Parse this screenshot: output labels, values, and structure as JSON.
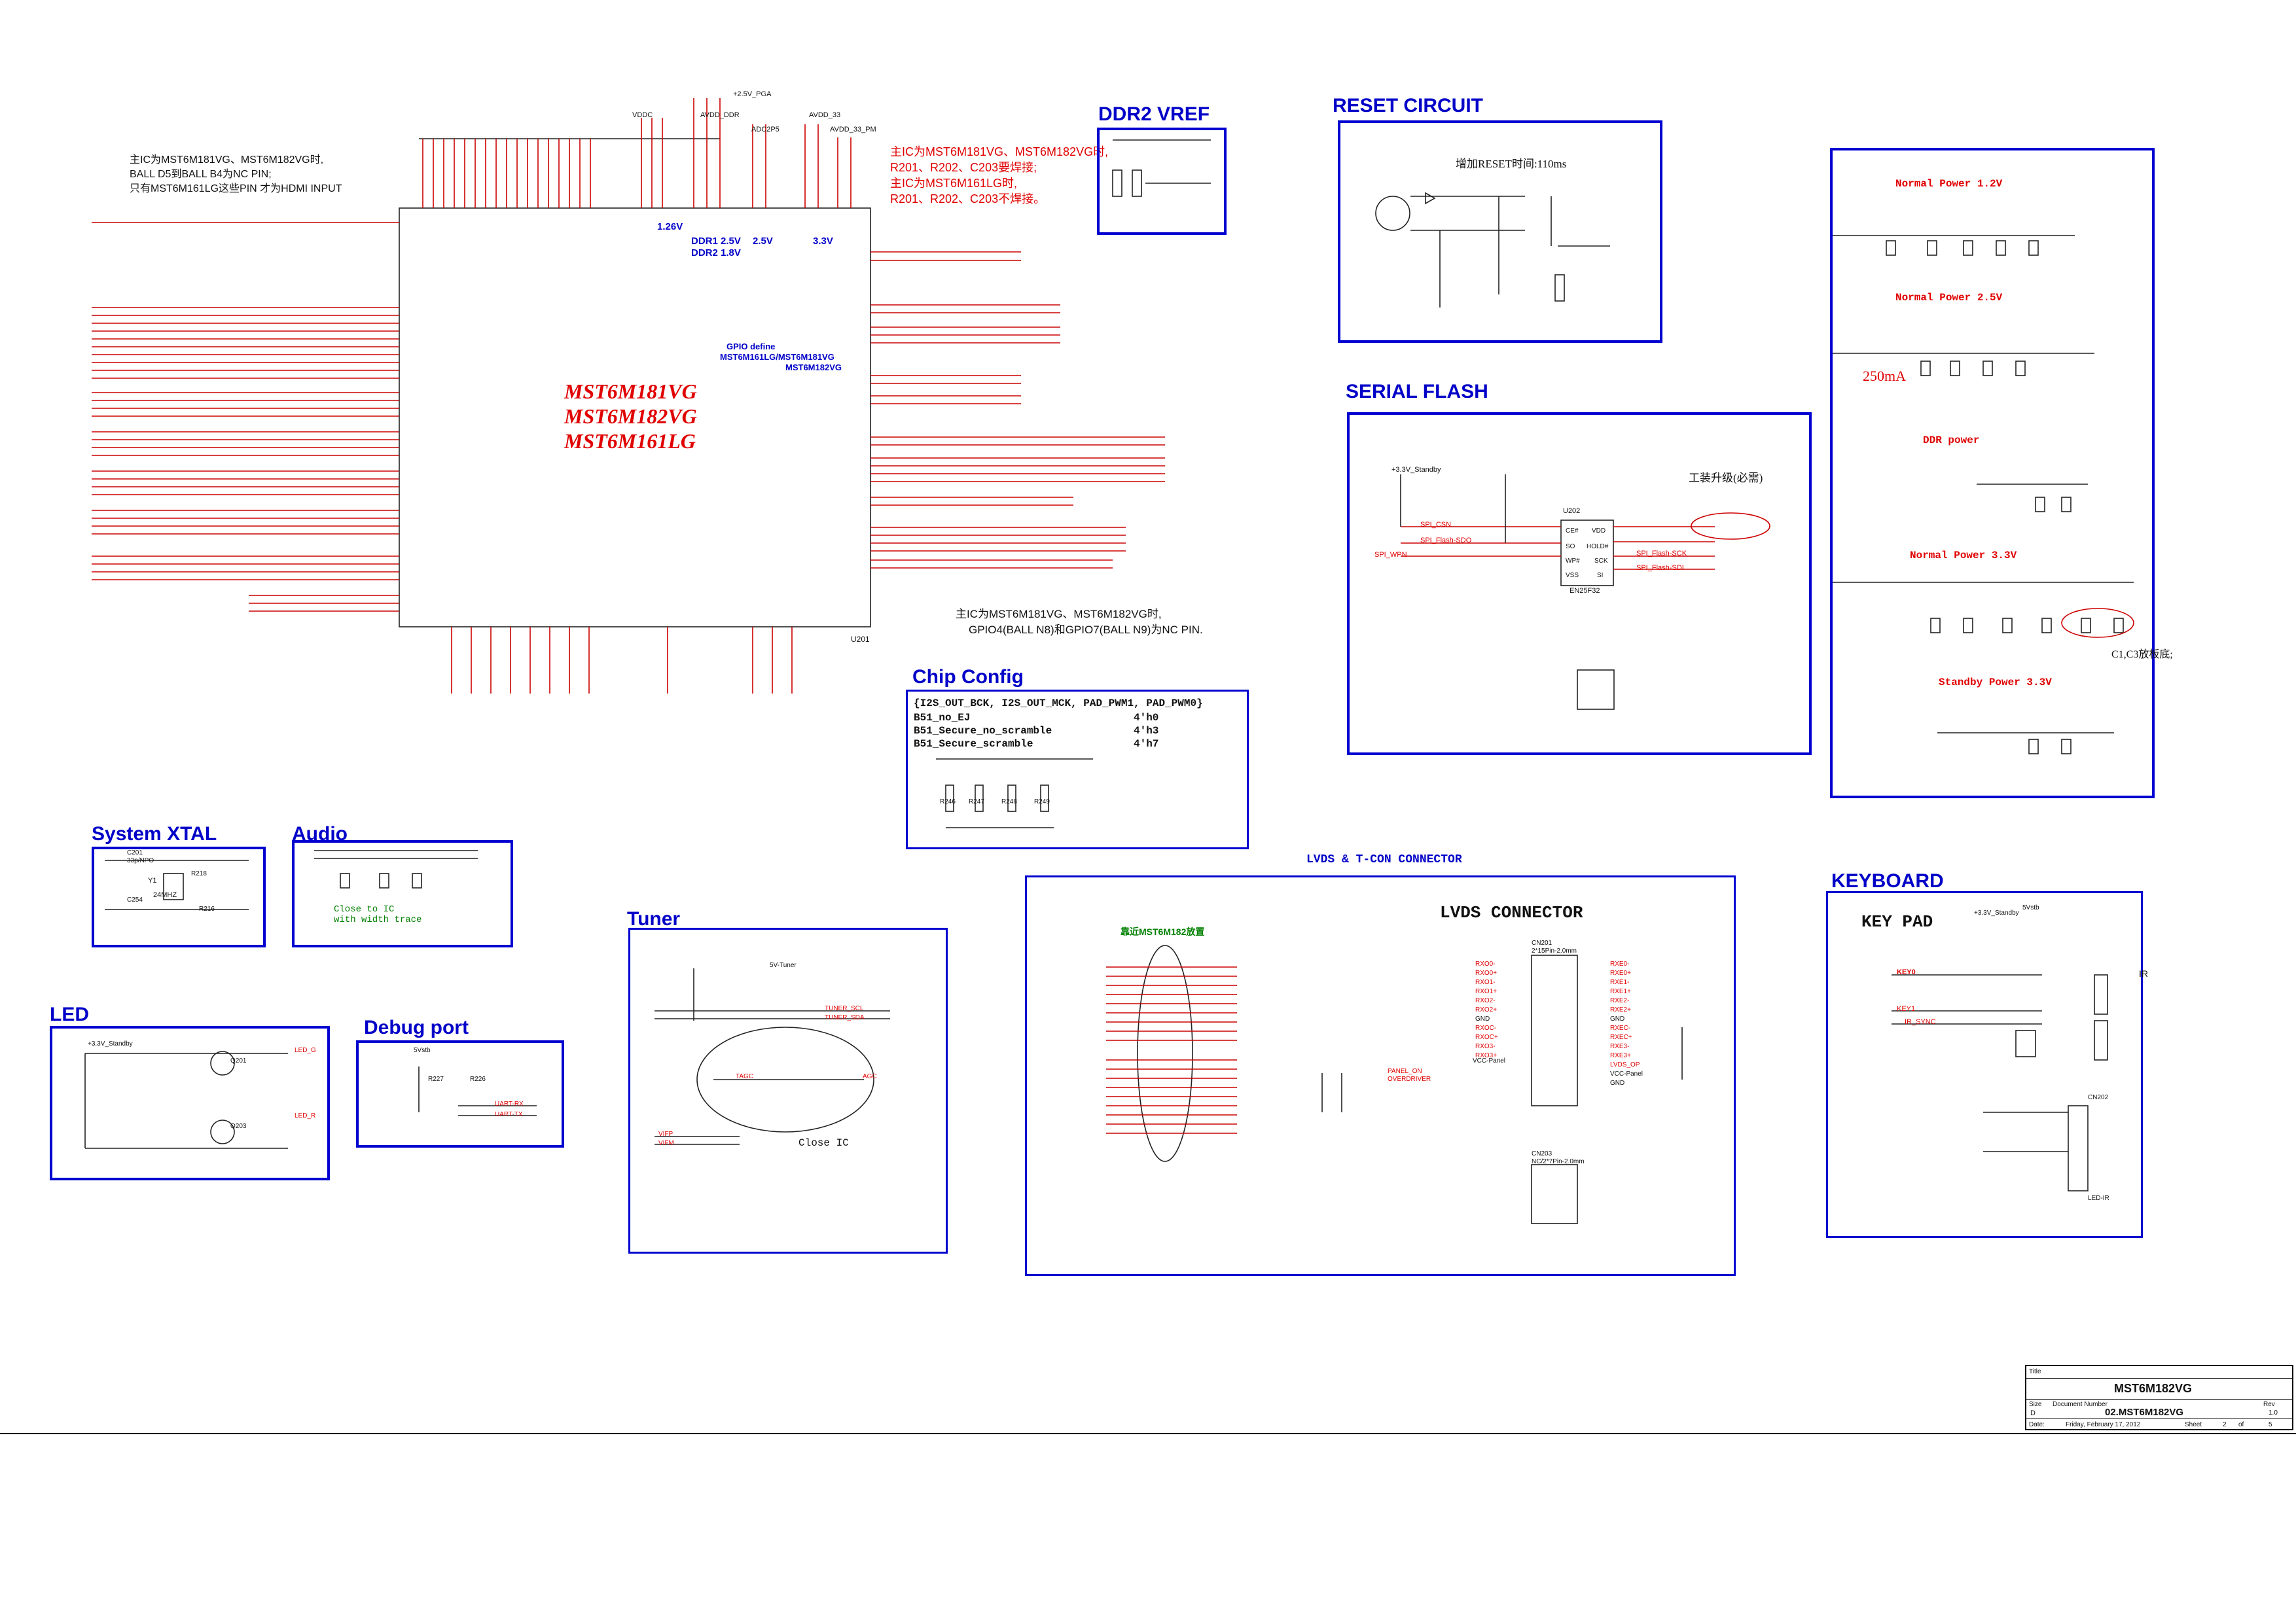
{
  "sections": {
    "ddr2_vref": "DDR2 VREF",
    "reset": "RESET CIRCUIT",
    "serial_flash": "SERIAL FLASH",
    "chip_config": "Chip  Config",
    "xtal": "System XTAL",
    "audio": "Audio",
    "led": "LED",
    "debug": "Debug port",
    "tuner": "Tuner",
    "lvds_header": "LVDS & T-CON CONNECTOR",
    "lvds": "LVDS CONNECTOR",
    "keyboard": "KEYBOARD",
    "keypad": "KEY PAD"
  },
  "notes": {
    "top_left_1": "主IC为MST6M181VG、MST6M182VG时,",
    "top_left_2": "BALL D5到BALL B4为NC PIN;",
    "top_left_3": "只有MST6M161LG这些PIN 才为HDMI INPUT",
    "center_1": "主IC为MST6M181VG、MST6M182VG时,",
    "center_2": "R201、R202、C203要焊接;",
    "center_3": "主IC为MST6M161LG时,",
    "center_4": "R201、R202、C203不焊接。",
    "gpio_1": "主IC为MST6M181VG、MST6M182VG时,",
    "gpio_2": "GPIO4(BALL N8)和GPIO7(BALL N9)为NC PIN.",
    "reset_note": "增加RESET时间:110ms",
    "factory": "工装升级(必需)",
    "c1c3": "C1,C3放板底;",
    "close_ic": "Close IC",
    "close_to_ic": "Close to IC",
    "width_trace": "with width trace",
    "lvds_note": "靠近MST6M182放置",
    "power_250": "250mA"
  },
  "chip": {
    "name1": "MST6M181VG",
    "name2": "MST6M182VG",
    "name3": "MST6M161LG",
    "gpio_define": "GPIO define",
    "gpio_parts": "MST6M161LG/MST6M181VG",
    "gpio_part2": "MST6M182VG",
    "ref": "U201",
    "v126": "1.26V",
    "v25": "2.5V",
    "v33": "3.3V",
    "ddr1": "DDR1 2.5V",
    "ddr2": "DDR2 1.8V",
    "vddc": "VDDC",
    "avdd_ddr": "AVDD_DDR",
    "avdd_33": "AVDD_33",
    "avdd_33pm": "AVDD_33_PM",
    "pga": "+2.5V_PGA",
    "adc2p5": "ADC2P5"
  },
  "chip_config": {
    "header": "{I2S_OUT_BCK, I2S_OUT_MCK, PAD_PWM1, PAD_PWM0}",
    "rows": [
      {
        "name": "B51_no_EJ",
        "value": "4'h0"
      },
      {
        "name": "B51_Secure_no_scramble",
        "value": "4'h3"
      },
      {
        "name": "B51_Secure_scramble",
        "value": "4'h7"
      }
    ],
    "resistors": [
      "R246",
      "R247",
      "R248",
      "R249"
    ]
  },
  "power": {
    "p12": "Normal Power 1.2V",
    "p25": "Normal Power 2.5V",
    "ddr": "DDR power",
    "p33": "Normal Power 3.3V",
    "standby": "Standby Power 3.3V"
  },
  "flash": {
    "ic": "EN25F32",
    "ref": "U202",
    "pins_left": [
      "CE#",
      "SO",
      "WP#",
      "VSS"
    ],
    "pins_right": [
      "VDD",
      "HOLD#",
      "SCK",
      "SI"
    ],
    "nets": [
      "SPI_CSN",
      "SPI_Flash-SDO",
      "SPI_WPN",
      "SPI_Flash-SCK",
      "SPI_Flash-SDI"
    ],
    "vcc": "+3.3V_Standby"
  },
  "lvds": {
    "cn201": "CN201",
    "cn201_type": "2*15Pin-2.0mm",
    "cn203": "CN203",
    "cn203_type": "NC/2*7Pin-2.0mm",
    "pins_a": [
      "RXO0-",
      "RXO0+",
      "RXO1-",
      "RXO1+",
      "RXO2-",
      "RXO2+",
      "GND",
      "RXOC-",
      "RXOC+",
      "RXO3-",
      "RXO3+",
      "RXE0-",
      "RXE0+",
      "RXE1-",
      "RXE1+"
    ],
    "pins_b": [
      "RXE2-",
      "RXE2+",
      "GND",
      "RXEC-",
      "RXEC+",
      "RXE3-",
      "RXE3+",
      "LVDS_OP",
      "VCC-Panel",
      "GND"
    ],
    "panel_on": "PANEL_ON",
    "overdriver": "OVERDRIVER",
    "vcc_panel": "VCC-Panel"
  },
  "keyboard": {
    "keys": [
      "KEY0",
      "KEY1",
      "IR_SYNC"
    ],
    "cn": "CN202",
    "ir": "IR",
    "led_ir": "LED-IR",
    "vcc": "+3.3V_Standby",
    "standby": "5Vstb"
  },
  "xtal": {
    "ref": "Y1",
    "freq": "24MHZ",
    "caps": [
      "C201",
      "C254"
    ],
    "cap_val": "33p/NPO",
    "res": [
      "R218",
      "R216"
    ]
  },
  "led": {
    "vcc": "+3.3V_Standby",
    "q": [
      "Q201",
      "Q203"
    ],
    "outs": [
      "LED_G",
      "LED_R"
    ]
  },
  "debug": {
    "vcc": "5Vstb",
    "nets": [
      "UART-RX",
      "UART-TX"
    ],
    "res": [
      "R227",
      "R226"
    ]
  },
  "tuner": {
    "vcc": "5V-Tuner",
    "nets": [
      "TUNER_SCL",
      "TUNER_SDA"
    ],
    "agc": "AGC",
    "tagc": "TAGC",
    "vifp": "VIFP",
    "vifm": "VIFM"
  },
  "title_block": {
    "title_label": "Title",
    "title": "MST6M182VG",
    "size_label": "Size",
    "size": "D",
    "docnum_label": "Document Number",
    "docnum": "02.MST6M182VG",
    "rev_label": "Rev",
    "rev": "1.0",
    "date_label": "Date:",
    "date": "Friday, February 17, 2012",
    "sheet_label": "Sheet",
    "sheet": "2",
    "of": "of",
    "total": "5"
  },
  "colors": {
    "section_blue": "#0000d0",
    "net_red": "#e00000",
    "wire": "#222222"
  }
}
